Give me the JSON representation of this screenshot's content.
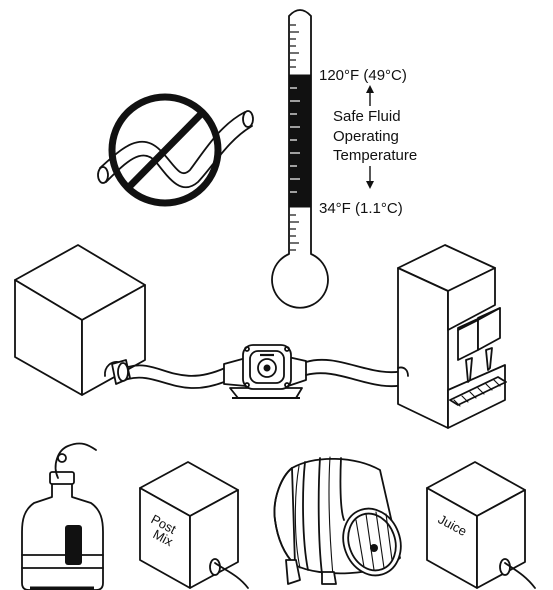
{
  "thermometer": {
    "max_temp": "120°F (49°C)",
    "min_temp": "34°F (1.1°C)",
    "range_label_line1": "Safe Fluid",
    "range_label_line2": "Operating",
    "range_label_line3": "Temperature"
  },
  "sources": {
    "post_mix_label_line1": "Post",
    "post_mix_label_line2": "Mix",
    "juice_label": "Juice"
  },
  "icons": {
    "prohibited": "no-kinked-hose-icon",
    "pump": "pump-icon",
    "dispenser": "beverage-dispenser-icon",
    "bottle": "water-bottle-icon",
    "barrel": "barrel-icon"
  }
}
